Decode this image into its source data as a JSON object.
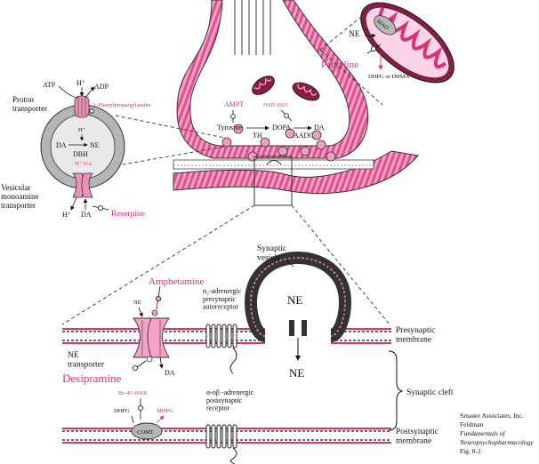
{
  "labels": {
    "atp": "ATP",
    "h_plus_top": "H⁺",
    "adp": "ADP",
    "proton_transporter": "Proton\ntransporter",
    "phenylpropargylamine": "3–Phenylpropargylamine",
    "vesicle_h": "H⁺",
    "vesicle_da": "DA",
    "vesicle_ne": "NE",
    "vesicle_dbh": "DBH",
    "vesicle_h_da": "H⁺ DA",
    "vmat": "Vesicular\nmonoamine\ntransporter",
    "h_plus_bottom": "H⁺",
    "da_bottom": "DA",
    "reserpine": "Reserpine",
    "ampt": "AMPT",
    "nsd": "NSD 1015",
    "tyrosine": "Tyrosine",
    "th": "TH",
    "dopa": "DOPA",
    "aadc": "AADC",
    "da_synth": "DA",
    "mito_ne": "NE",
    "mao": "MAO",
    "pargyline": "Pargyline",
    "dhpg_dhma": "DHPG or\nDHMA",
    "synaptic_vesicle": "Synaptic\nvesicle",
    "amphetamine": "Amphetamine",
    "ne_small": "NE",
    "alpha2": "α₂-adrenergic\npresynaptic\nautoreceptor",
    "vesicle_ne_big": "NE",
    "ne_released": "NE",
    "presynaptic_membrane": "Presynaptic\nmembrane",
    "ne_transporter": "NE\ntransporter",
    "da_out": "DA",
    "desipramine": "Desipramine",
    "synaptic_cleft": "Synaptic cleft",
    "ro41": "Ro 41–0960",
    "dhpg": "DHPG",
    "mhpg": "MHPG",
    "comt": "COMT",
    "alpha_beta": "α-oβ -adrenergic\npostsynaptic\nreceptor",
    "postsynaptic_membrane": "Postsynaptic\nmembrane",
    "credit_1": "Sinauer Associates, Inc.",
    "credit_2": "Feldman",
    "credit_3": "Fundamentals of",
    "credit_4": "Neuropsychopharmacology",
    "credit_5": "Fig. 8-2"
  },
  "colors": {
    "accent": "#d6337a",
    "membrane_pink": "#f07ab0",
    "membrane_light": "#f7b8d4",
    "vesicle_grey": "#c8c8c8",
    "dark": "#222222"
  }
}
